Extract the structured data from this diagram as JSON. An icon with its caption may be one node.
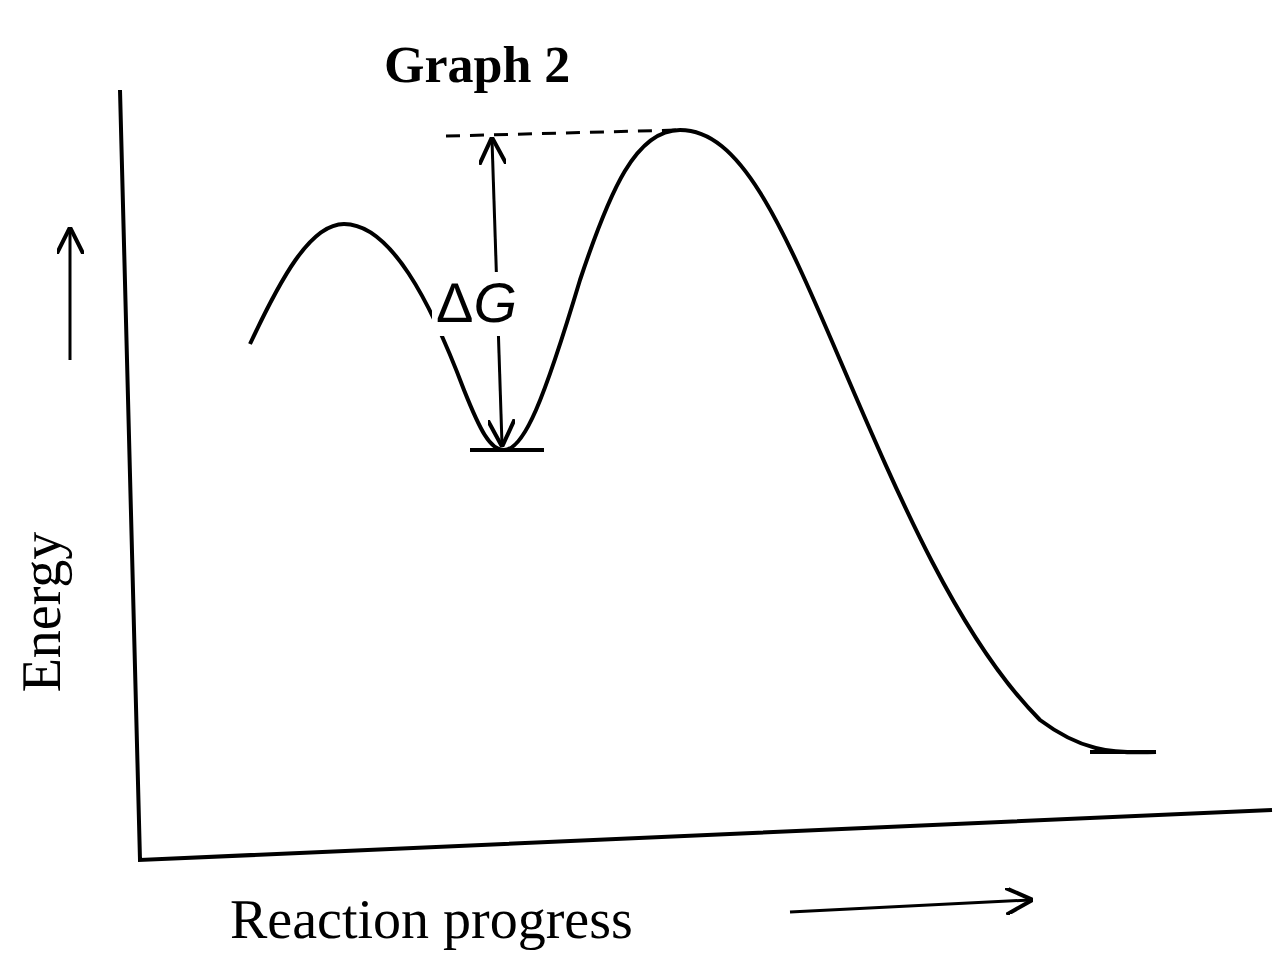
{
  "diagram": {
    "title": "Graph 2",
    "labels": [
      "ΔG",
      "Energy",
      "Reaction progress"
    ]
  }
}
